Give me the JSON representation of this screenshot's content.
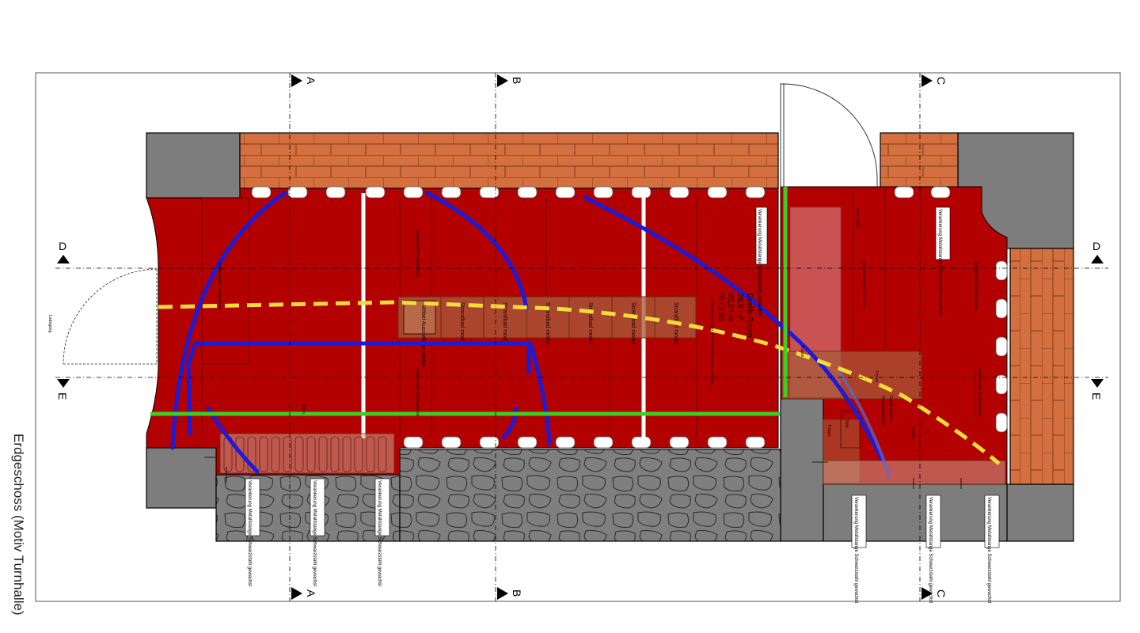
{
  "title": "Erdgeschoss (Motiv Turnhalle)",
  "section_marks": {
    "A": "A",
    "B": "B",
    "C": "C",
    "D": "D",
    "E": "E"
  },
  "room": {
    "name": "Grafik-Raum",
    "lines": [
      "Grafik-Raum",
      "26,8 m²",
      "20,24 m",
      "RH 2,81"
    ],
    "note": "bestehende Lager möbel auf Höhe bzw. integriert"
  },
  "labels": {
    "ladegang": "Ladegang",
    "akten": "Akten",
    "trasse": "Trasse",
    "tresen": "Tresen",
    "treppe": "Treppe",
    "bauteil": "Bauteil",
    "tafel": "Tafel",
    "balken": "Balken",
    "gebaeude": "Gebäude",
    "heizung": "Heizung-Technik",
    "raum": "Raum",
    "technik": "Grafik-Technik",
    "bestand_left": "bestehender Grafikschrank",
    "bestand_mid": "bestehender Grafikschrank",
    "bestand_low": "bestehender Grafikschrank",
    "bestand_right1": "bestehender Grafikschrank",
    "bestand_right2": "bestehender Grafikschrank",
    "bestand_right3": "bestehender Grafikschrank",
    "neue": "neue Lager"
  },
  "modules": [
    "Möbel Ausstellung Modul",
    "Strandbad modul",
    "Strandbad modul",
    "Strandbad modul",
    "Strandbad modul",
    "Strandbad modul",
    "Strandbad modul"
  ],
  "notes": {
    "n1": "Verankerung Metallstange Schwarzstahl gewachst",
    "n2": "Verankerung Metallstange Schwarzstahl gewachst",
    "n3": "Verankerung Metallstange Schwarzstahl gewachst",
    "n4": "Verankerung Metallstange Schwarzstahl gewachst",
    "n5": "Verankerung Metallstange Schwarzstahl gewachst",
    "n6": "Verankerung Metallstange Schwarzstahl gewachst",
    "n7": "Verankerung Metallstange Schwarzstahl gewachst",
    "n8": "Verankerung Metallstange Schwarzstahl gewachst"
  },
  "colors": {
    "floor": "#b30000",
    "wall": "#7d7d7d",
    "brick": "#d4703f",
    "stone": "#7f7f7f",
    "path_blue": "#1b1bd9",
    "path_yellow": "#f2dc3a",
    "line_green": "#3ccf22"
  }
}
